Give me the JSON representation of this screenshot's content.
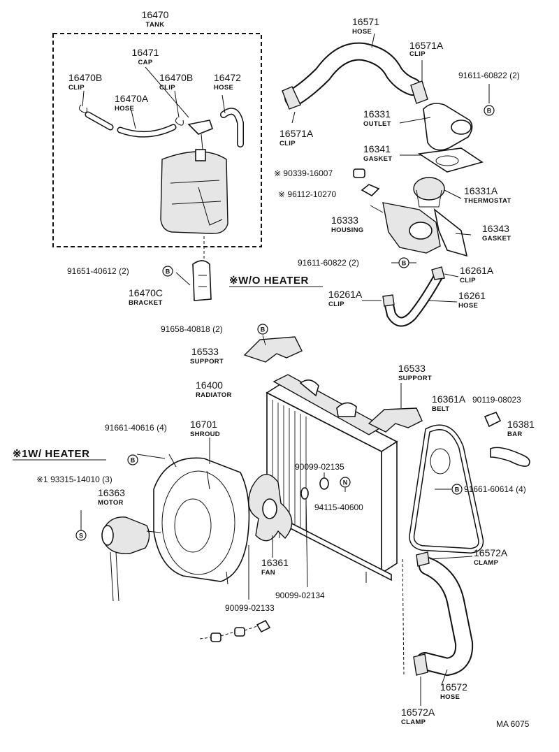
{
  "callouts": [
    {
      "num": "16470",
      "name": "TANK"
    },
    {
      "num": "16471",
      "name": "CAP"
    },
    {
      "num": "16470B",
      "name": "CLIP"
    },
    {
      "num": "16470A",
      "name": "HOSE"
    },
    {
      "num": "16470B",
      "name": "CLIP"
    },
    {
      "num": "16472",
      "name": "HOSE"
    },
    {
      "num": "16470C",
      "name": "BRACKET"
    },
    {
      "num": "16533",
      "name": "SUPPORT"
    },
    {
      "num": "16571",
      "name": "HOSE"
    },
    {
      "num": "16571A",
      "name": "CLIP"
    },
    {
      "num": "16571A",
      "name": "CLIP"
    },
    {
      "num": "16331",
      "name": "OUTLET"
    },
    {
      "num": "16341",
      "name": "GASKET"
    },
    {
      "num": "16331A",
      "name": "THERMOSTAT"
    },
    {
      "num": "16333",
      "name": "HOUSING"
    },
    {
      "num": "16343",
      "name": "GASKET"
    },
    {
      "num": "16261A",
      "name": "CLIP"
    },
    {
      "num": "16261A",
      "name": "CLIP"
    },
    {
      "num": "16261",
      "name": "HOSE"
    },
    {
      "num": "16400",
      "name": "RADIATOR"
    },
    {
      "num": "16533",
      "name": "SUPPORT"
    },
    {
      "num": "16361A",
      "name": "BELT"
    },
    {
      "num": "16381",
      "name": "BAR"
    },
    {
      "num": "16701",
      "name": "SHROUD"
    },
    {
      "num": "16363",
      "name": "MOTOR"
    },
    {
      "num": "16361",
      "name": "FAN"
    },
    {
      "num": "16572A",
      "name": "CLAMP"
    },
    {
      "num": "16572",
      "name": "HOSE"
    },
    {
      "num": "16572A",
      "name": "CLAMP"
    }
  ],
  "refs": [
    "91611-60822 (2)",
    "※ 90339-16007",
    "※ 96112-10270",
    "91611-60822 (2)",
    "91651-40612 (2)",
    "91658-40818 (2)",
    "91661-40616 (4)",
    "※1  93315-14010 (3)",
    "90119-08023",
    "91661-60614 (4)",
    "90099-02135",
    "94115-40600",
    "90099-02134",
    "90099-02133"
  ],
  "symbols": [
    "B",
    "B",
    "B",
    "B",
    "B",
    "B",
    "N",
    "S"
  ],
  "headers": {
    "wo_heater": "※W/O  HEATER",
    "w_heater": "※1W/  HEATER"
  },
  "diagram_code": "MA  6075"
}
